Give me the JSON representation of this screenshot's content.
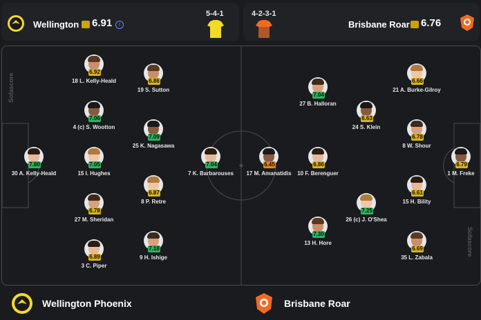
{
  "home": {
    "short_name": "Wellington",
    "full_name": "Wellington Phoenix",
    "rating": "6.91",
    "formation": "5-4-1",
    "shirt_color": "#f5d928"
  },
  "away": {
    "short_name": "Brisbane Roar",
    "full_name": "Brisbane Roar",
    "rating": "6.76",
    "formation": "4-2-3-1",
    "shirt_color": "#f06a24"
  },
  "watermark": "Sofascore",
  "info_icon": "info-icon",
  "home_players": [
    {
      "id": "h1",
      "num": "30",
      "name": "A. Kelly-Heald",
      "rating": "7.80",
      "color": "g"
    },
    {
      "id": "h2",
      "num": "18",
      "name": "L. Kelly-Heald",
      "rating": "6.92",
      "color": "y"
    },
    {
      "id": "h3",
      "num": "4",
      "name": "(c) S. Wootton",
      "rating": "7.06",
      "color": "g"
    },
    {
      "id": "h4",
      "num": "15",
      "name": "I. Hughes",
      "rating": "7.05",
      "color": "g"
    },
    {
      "id": "h5",
      "num": "27",
      "name": "M. Sheridan",
      "rating": "6.78",
      "color": "y"
    },
    {
      "id": "h6",
      "num": "3",
      "name": "C. Piper",
      "rating": "6.89",
      "color": "y"
    },
    {
      "id": "h7",
      "num": "19",
      "name": "S. Sutton",
      "rating": "6.86",
      "color": "y"
    },
    {
      "id": "h8",
      "num": "25",
      "name": "K. Nagasawa",
      "rating": "7.09",
      "color": "g"
    },
    {
      "id": "h9",
      "num": "8",
      "name": "P. Retre",
      "rating": "6.87",
      "color": "y"
    },
    {
      "id": "h10",
      "num": "9",
      "name": "H. Ishige",
      "rating": "7.18",
      "color": "g"
    },
    {
      "id": "h11",
      "num": "7",
      "name": "K. Barbarouses",
      "rating": "7.04",
      "color": "g"
    }
  ],
  "away_players": [
    {
      "id": "a1",
      "num": "1",
      "name": "M. Freke",
      "rating": "6.79",
      "color": "y"
    },
    {
      "id": "a2",
      "num": "21",
      "name": "A. Burke-Gilroy",
      "rating": "6.66",
      "color": "y"
    },
    {
      "id": "a3",
      "num": "8",
      "name": "W. Shour",
      "rating": "6.78",
      "color": "y"
    },
    {
      "id": "a4",
      "num": "15",
      "name": "H. Bility",
      "rating": "6.61",
      "color": "y"
    },
    {
      "id": "a5",
      "num": "35",
      "name": "L. Zabala",
      "rating": "6.69",
      "color": "y"
    },
    {
      "id": "a6",
      "num": "24",
      "name": "S. Klein",
      "rating": "6.63",
      "color": "y"
    },
    {
      "id": "a7",
      "num": "26",
      "name": "(c) J. O'Shea",
      "rating": "7.25",
      "color": "g"
    },
    {
      "id": "a8",
      "num": "27",
      "name": "B. Halloran",
      "rating": "7.04",
      "color": "g"
    },
    {
      "id": "a9",
      "num": "10",
      "name": "F. Berenguer",
      "rating": "6.86",
      "color": "y"
    },
    {
      "id": "a10",
      "num": "13",
      "name": "H. Hore",
      "rating": "7.30",
      "color": "g"
    },
    {
      "id": "a11",
      "num": "17",
      "name": "M. Amanatidis",
      "rating": "6.45",
      "color": "o"
    }
  ]
}
